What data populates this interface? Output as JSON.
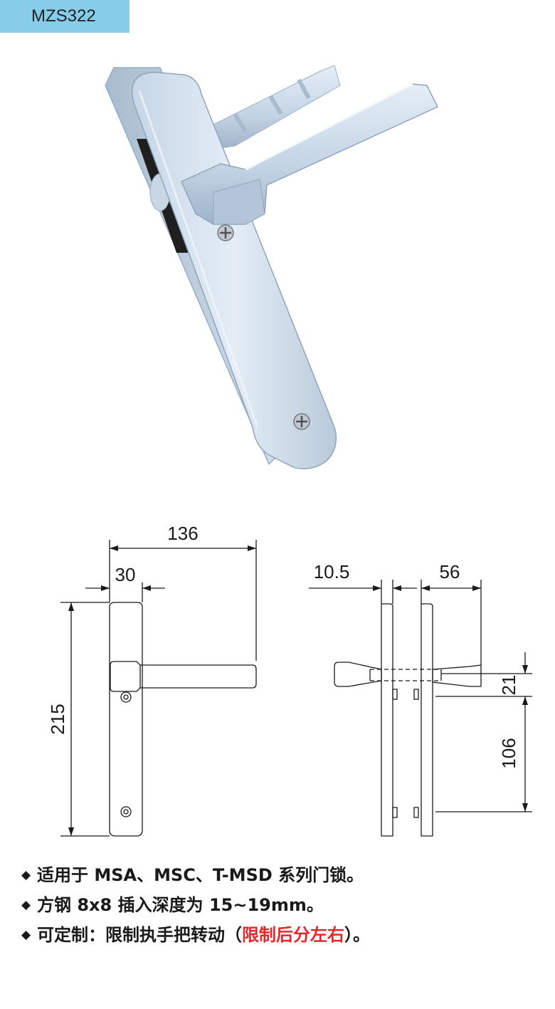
{
  "header": {
    "model": "MZS322"
  },
  "colors": {
    "tag_bg": "#87cdea",
    "handle_light": "#dde8f3",
    "handle_mid": "#b5c8db",
    "handle_dark": "#8ea4ba",
    "highlight_red": "#e8262a"
  },
  "icons": {
    "bullet": "diamond-bullet-icon",
    "screw": "phillips-screw-icon"
  },
  "drawing": {
    "front": {
      "width_total": "136",
      "plate_width": "30",
      "height": "215"
    },
    "side": {
      "plate_gap": "10.5",
      "handle_projection": "56",
      "spindle_offset": "21",
      "screw_spacing": "106"
    }
  },
  "notes": [
    {
      "bullet": "◆",
      "text": "适用于 MSA、MSC、T-MSD 系列门锁。"
    },
    {
      "bullet": "◆",
      "text": "方钢 8x8 插入深度为 15~19mm。"
    },
    {
      "bullet": "◆",
      "prefix": "可定制：限制执手把转动（",
      "highlight": "限制后分左右",
      "suffix": "）。"
    }
  ]
}
